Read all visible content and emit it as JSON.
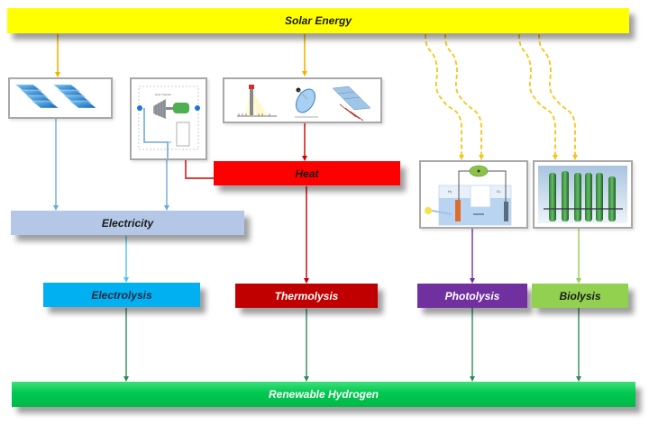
{
  "diagram": {
    "source": {
      "label": "Solar Energy",
      "color": "#ffff00",
      "text_color": "#1a1a1a"
    },
    "technologies": [
      {
        "id": "photovoltaic",
        "name": "Photovoltaic panels",
        "icon": "solar-panel-icon"
      },
      {
        "id": "thermal-power-cycle",
        "name": "Thermal power cycle (turbine-generator)",
        "icon": "turbine-generator-icon"
      },
      {
        "id": "concentrated-solar",
        "name": "Concentrated solar thermal (tower, dish, trough)",
        "icon": "concentrator-icon"
      },
      {
        "id": "photoelectrochemical-cell",
        "name": "Photoelectrochemical cell",
        "icon": "pec-cell-icon"
      },
      {
        "id": "photobioreactor",
        "name": "Algae photobioreactor tubes",
        "icon": "photobioreactor-icon"
      }
    ],
    "intermediates": {
      "heat": {
        "label": "Heat",
        "color": "#ff0000",
        "text_color": "#1a1a1a"
      },
      "electricity": {
        "label": "Electricity",
        "color": "#b4c7e7",
        "text_color": "#1a1a1a"
      }
    },
    "processes": [
      {
        "id": "electrolysis",
        "label": "Electrolysis",
        "color": "#00b0f0",
        "text_color": "#1f2a44"
      },
      {
        "id": "thermolysis",
        "label": "Thermolysis",
        "color": "#c00000",
        "text_color": "#ffffff"
      },
      {
        "id": "photolysis",
        "label": "Photolysis",
        "color": "#7030a0",
        "text_color": "#ffffff"
      },
      {
        "id": "biolysis",
        "label": "Biolysis",
        "color": "#92d050",
        "text_color": "#1a1a1a"
      }
    ],
    "output": {
      "label": "Renewable Hydrogen",
      "color": "#00d050",
      "text_color": "#ffffff"
    },
    "connector_colors": {
      "solar": "#f0b400",
      "radiation": "#f5c518",
      "electric": "#6fa8dc",
      "heat": "#d00000",
      "electrolysis": "#4fc3f7",
      "thermolysis": "#c00000",
      "photolysis": "#7030a0",
      "biolysis": "#92d050",
      "hydrogen": "#2e8b57"
    },
    "flows": [
      [
        "Solar Energy",
        "Photovoltaic panels"
      ],
      [
        "Solar Energy",
        "Concentrated solar thermal"
      ],
      [
        "Solar Energy",
        "Photoelectrochemical cell"
      ],
      [
        "Solar Energy",
        "Algae photobioreactor tubes"
      ],
      [
        "Photovoltaic panels",
        "Electricity"
      ],
      [
        "Concentrated solar thermal",
        "Heat"
      ],
      [
        "Heat",
        "Thermal power cycle"
      ],
      [
        "Thermal power cycle",
        "Electricity"
      ],
      [
        "Electricity",
        "Electrolysis"
      ],
      [
        "Heat",
        "Thermolysis"
      ],
      [
        "Photoelectrochemical cell",
        "Photolysis"
      ],
      [
        "Algae photobioreactor tubes",
        "Biolysis"
      ],
      [
        "Electrolysis",
        "Renewable Hydrogen"
      ],
      [
        "Thermolysis",
        "Renewable Hydrogen"
      ],
      [
        "Photolysis",
        "Renewable Hydrogen"
      ],
      [
        "Biolysis",
        "Renewable Hydrogen"
      ]
    ]
  }
}
